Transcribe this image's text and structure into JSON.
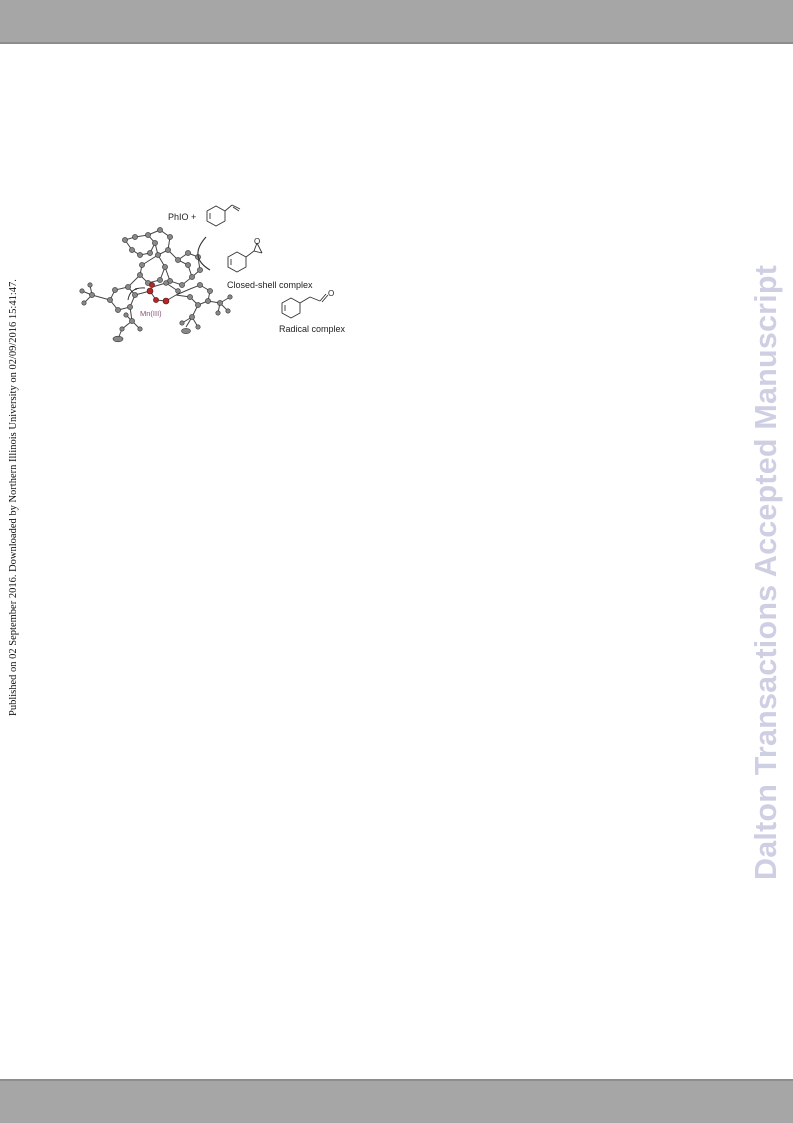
{
  "side_note": "Published on 02 September 2016. Downloaded by Northern Illinois University on 02/09/2016 15:41:47.",
  "watermark": "Dalton Transactions Accepted Manuscript",
  "graphic": {
    "reagent_label": "PhIO +",
    "closed_shell_label": "Closed-shell complex",
    "radical_label": "Radical complex",
    "metal_label": "Mn(III)",
    "oxygen_atom": "O"
  }
}
